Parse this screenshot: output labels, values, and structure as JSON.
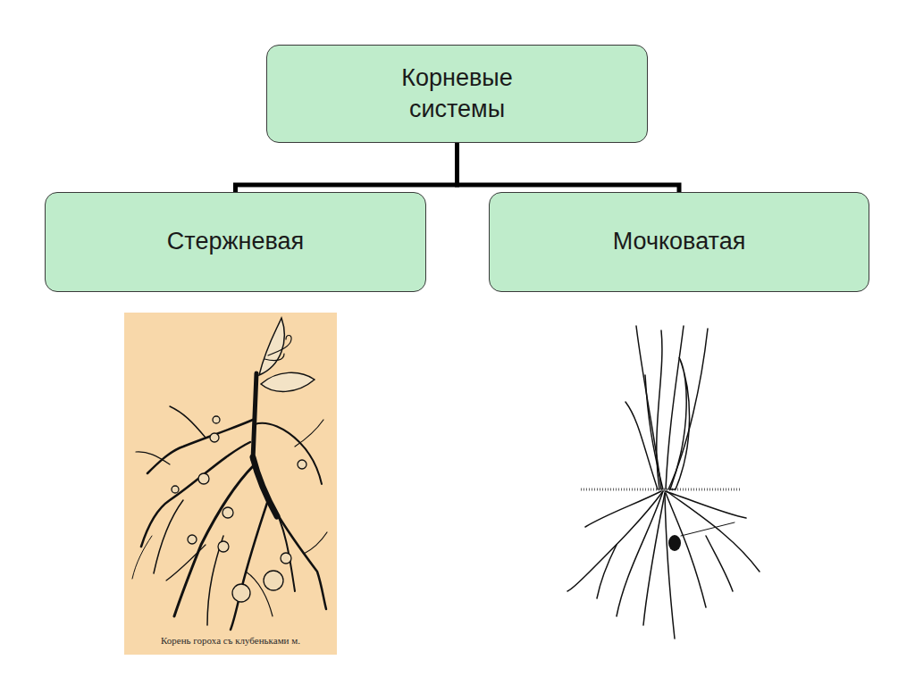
{
  "diagram": {
    "nodes": [
      {
        "text": [
          "Корневые системы"
        ]
      },
      {
        "text": [
          "Стержневая"
        ]
      },
      {
        "text": [
          "Мочковатая"
        ]
      }
    ],
    "edges": [
      {
        "from": 0,
        "to": 1,
        "arrow": "none"
      },
      {
        "from": 0,
        "to": 2,
        "arrow": "none"
      }
    ],
    "labels": [
      "Корень гороха съ клубеньками м."
    ]
  }
}
